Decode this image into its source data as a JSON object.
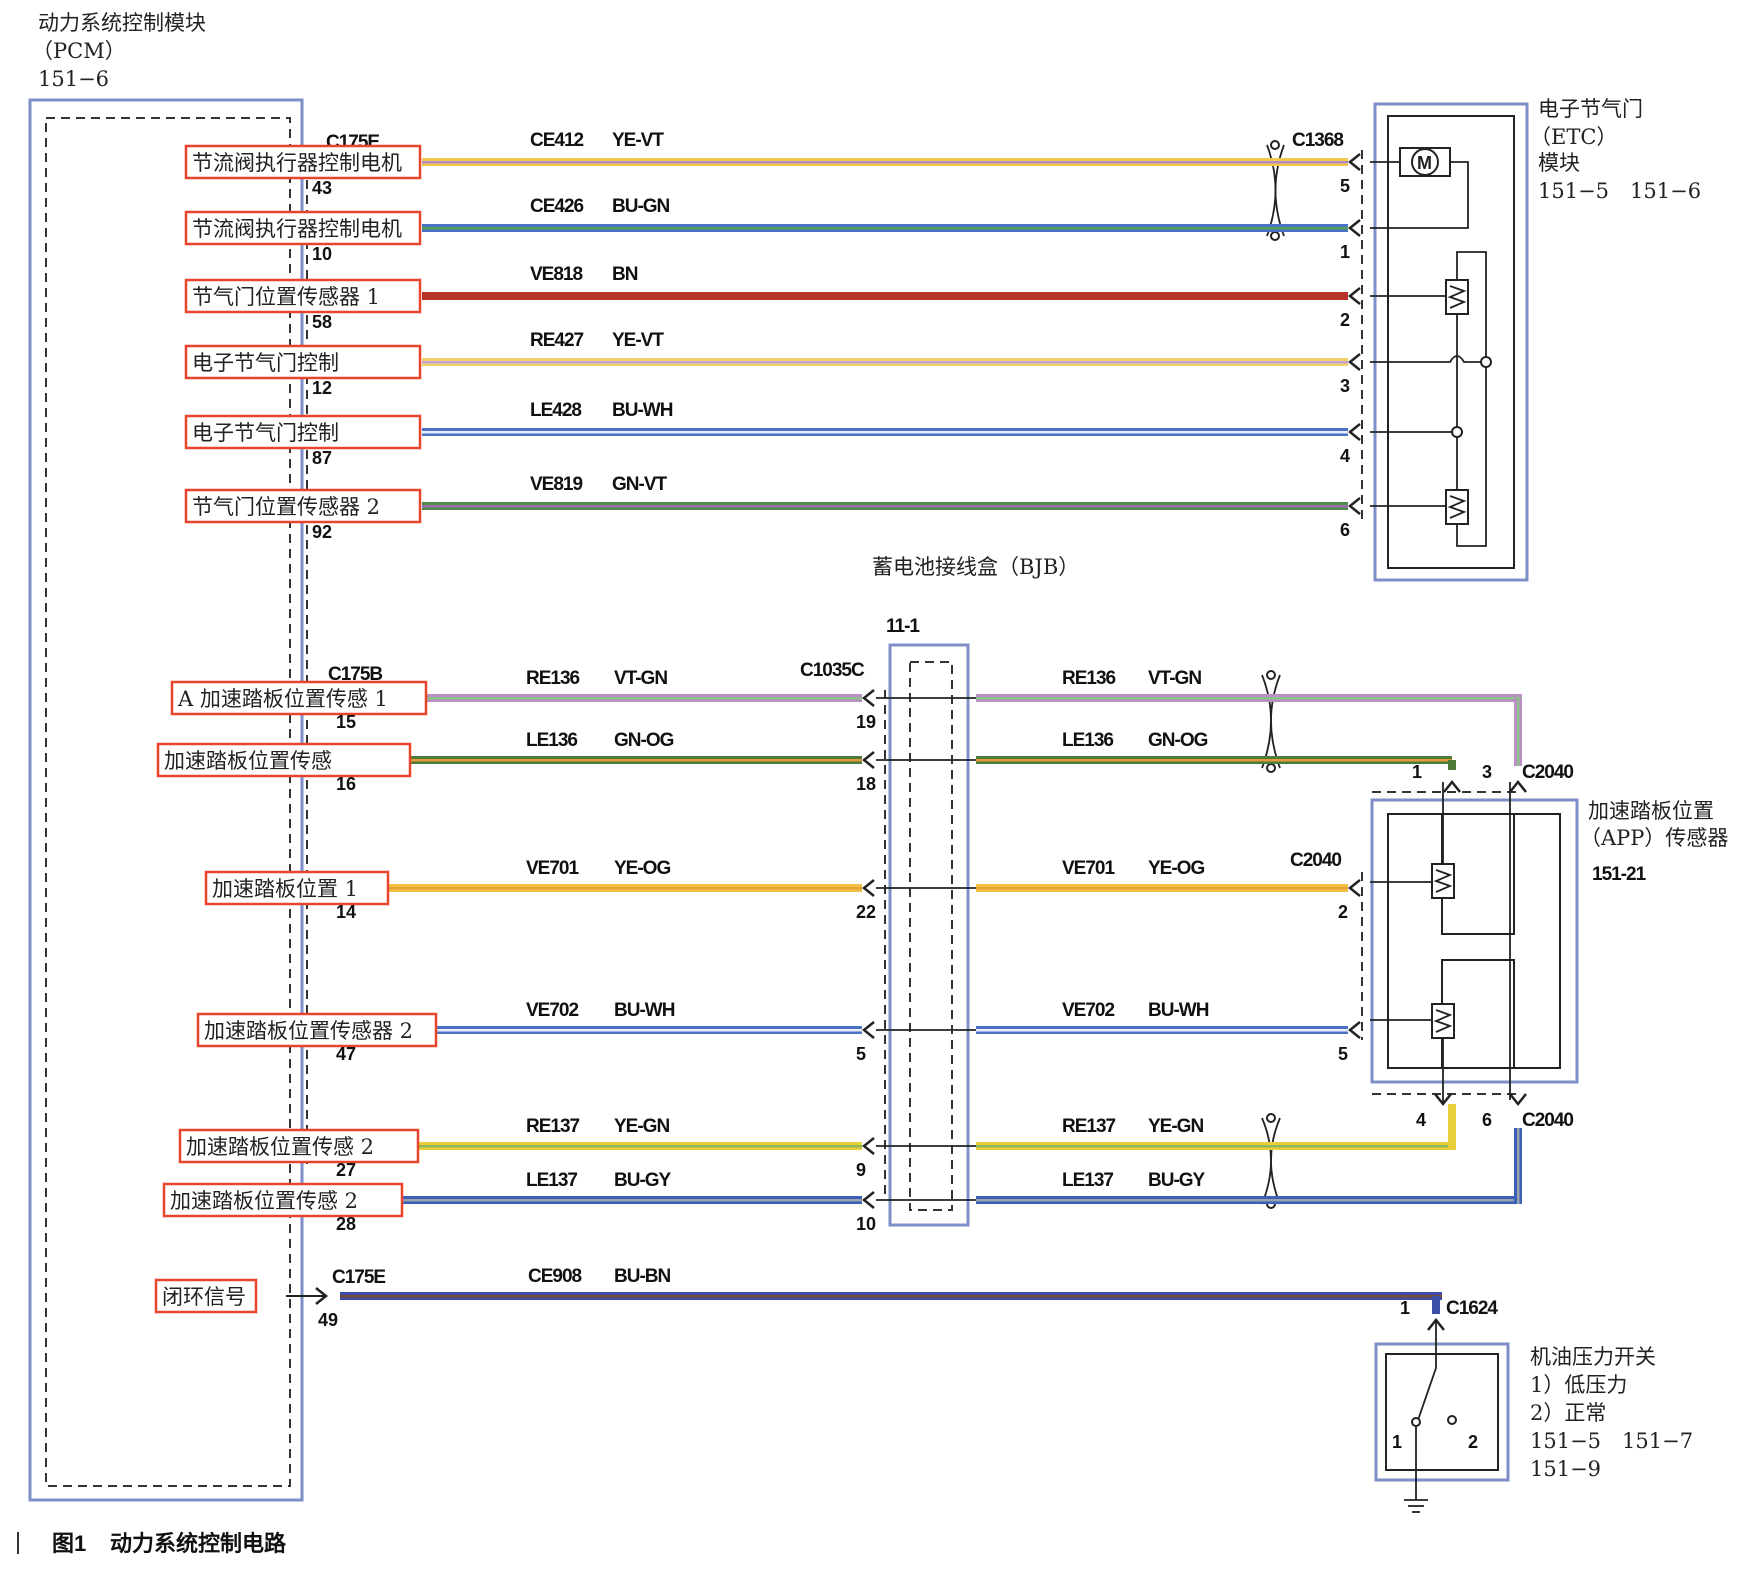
{
  "pcm": {
    "title": "动力系统控制模块",
    "abbr": "（PCM）",
    "ref": "151−6"
  },
  "etc": {
    "title": "电子节气门",
    "abbr": "（ETC）",
    "sub": "模块",
    "ref": "151−5　151−6",
    "connector": "C1368",
    "motor_label": "M"
  },
  "bjb": {
    "title": "蓄电池接线盒（BJB）",
    "id": "11-1",
    "connector": "C1035C"
  },
  "app": {
    "title1": "加速踏板位置",
    "title2": "（APP）传感器",
    "ref": "151-21",
    "connector_top": "C2040",
    "connector_mid": "C2040",
    "connector_bot": "C2040"
  },
  "oil": {
    "title": "机油压力开关",
    "line1": "1）低压力",
    "line2": "2）正常",
    "ref1": "151−5　151−7",
    "ref2": "151−9",
    "connector": "C1624",
    "pin_a": "1",
    "pin_b": "2",
    "pin_top": "1"
  },
  "connectors": {
    "pcm_etc": "C175E",
    "pcm_app": "C175B",
    "pcm_oil": "C175E"
  },
  "circuits_top": [
    {
      "label": "节流阀执行器控制电机",
      "pcm_pin": "43",
      "circuit": "CE412",
      "color_code": "YE-VT",
      "etc_pin": "5",
      "stripe_main": "#f1c94a",
      "stripe_2": "#b68ac8"
    },
    {
      "label": "节流阀执行器控制电机",
      "pcm_pin": "10",
      "circuit": "CE426",
      "color_code": "BU-GN",
      "etc_pin": "1",
      "stripe_main": "#4a72c4",
      "stripe_2": "#4f9e55"
    },
    {
      "label": "节气门位置传感器 1",
      "pcm_pin": "58",
      "circuit": "VE818",
      "color_code": "BN",
      "etc_pin": "2",
      "stripe_main": "#b6342a",
      "stripe_2": "#b6342a"
    },
    {
      "label": "电子节气门控制",
      "pcm_pin": "12",
      "circuit": "RE427",
      "color_code": "YE-VT",
      "etc_pin": "3",
      "stripe_main": "#f2d36a",
      "stripe_2": "#c7a2d2"
    },
    {
      "label": "电子节气门控制",
      "pcm_pin": "87",
      "circuit": "LE428",
      "color_code": "BU-WH",
      "etc_pin": "4",
      "stripe_main": "#4a72c4",
      "stripe_2": "#e8eef8"
    },
    {
      "label": "节气门位置传感器 2",
      "pcm_pin": "92",
      "circuit": "VE819",
      "color_code": "GN-VT",
      "etc_pin": "6",
      "stripe_main": "#4f8a4a",
      "stripe_2": "#9a6fb0"
    }
  ],
  "circuits_app": [
    {
      "label": "A 加速踏板位置传感 1",
      "pcm_pin": "15",
      "circuit": "RE136",
      "color_code": "VT-GN",
      "bjb_pin": "19",
      "circuit_r": "RE136",
      "color_code_r": "VT-GN",
      "stripe_main": "#b98fc4",
      "stripe_2": "#8fbf8a"
    },
    {
      "label": "加速踏板位置传感",
      "pcm_pin": "16",
      "circuit": "LE136",
      "color_code": "GN-OG",
      "bjb_pin": "18",
      "circuit_r": "LE136",
      "color_code_r": "GN-OG",
      "stripe_main": "#4f7a3a",
      "stripe_2": "#e39b3a"
    },
    {
      "label": "加速踏板位置 1",
      "pcm_pin": "14",
      "circuit": "VE701",
      "color_code": "YE-OG",
      "bjb_pin": "22",
      "circuit_r": "VE701",
      "color_code_r": "YE-OG",
      "app_pin": "2",
      "stripe_main": "#f0c040",
      "stripe_2": "#e8a23a"
    },
    {
      "label": "加速踏板位置传感器 2",
      "pcm_pin": "47",
      "circuit": "VE702",
      "color_code": "BU-WH",
      "bjb_pin": "5",
      "circuit_r": "VE702",
      "color_code_r": "BU-WH",
      "app_pin": "5",
      "stripe_main": "#4a72c4",
      "stripe_2": "#e8eef8"
    },
    {
      "label": "加速踏板位置传感 2",
      "pcm_pin": "27",
      "circuit": "RE137",
      "color_code": "YE-GN",
      "bjb_pin": "9",
      "circuit_r": "RE137",
      "color_code_r": "YE-GN",
      "stripe_main": "#e6cf3a",
      "stripe_2": "#8fb85a"
    },
    {
      "label": "加速踏板位置传感 2",
      "pcm_pin": "28",
      "circuit": "LE137",
      "color_code": "BU-GY",
      "bjb_pin": "10",
      "circuit_r": "LE137",
      "color_code_r": "BU-GY",
      "stripe_main": "#3c5fb8",
      "stripe_2": "#9aa3ad"
    }
  ],
  "app_pins": {
    "p1": "1",
    "p3": "3",
    "p4": "4",
    "p6": "6"
  },
  "closed_loop": {
    "label": "闭环信号",
    "pcm_pin": "49",
    "circuit": "CE908",
    "color_code": "BU-BN",
    "stripe_main": "#3a4ea8",
    "stripe_2": "#7a4a3a"
  },
  "caption": {
    "fig": "图1",
    "text": "动力系统控制电路"
  }
}
